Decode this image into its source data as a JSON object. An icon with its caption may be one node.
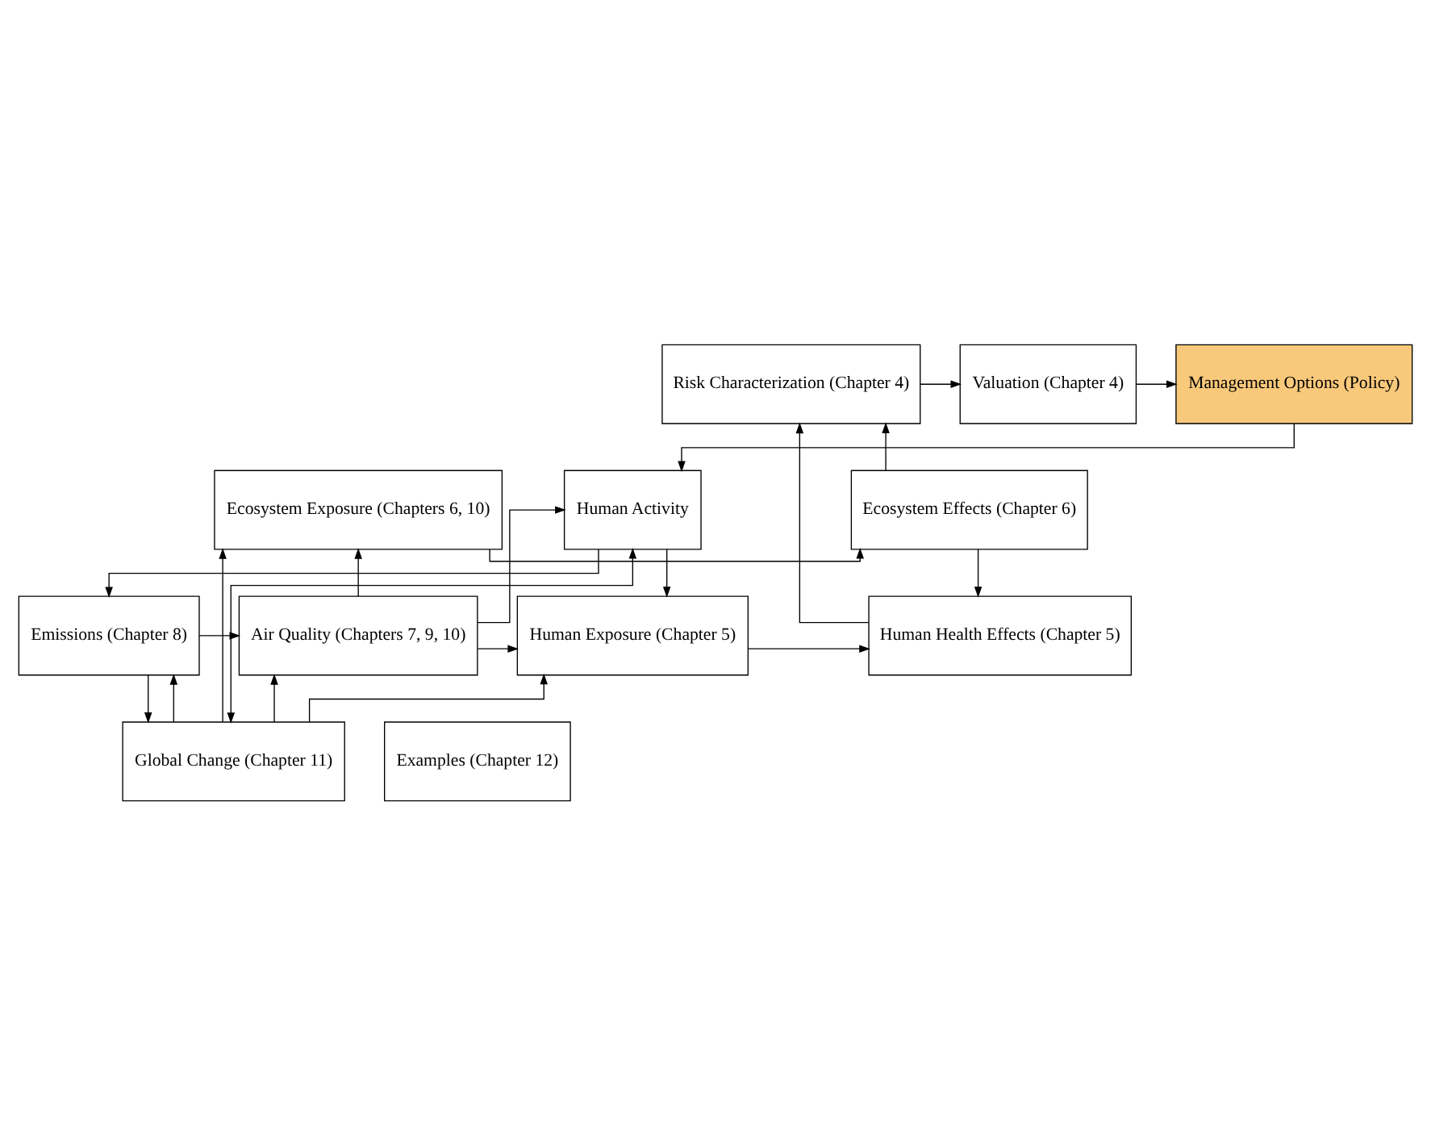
{
  "diagram": {
    "nodes": [
      {
        "text": [
          "Management Options (Policy)"
        ]
      },
      {
        "text": [
          "Valuation (Chapter 4)"
        ]
      },
      {
        "text": [
          "Risk Characterization (Chapter 4)"
        ]
      },
      {
        "text": [
          "Human Activity"
        ]
      },
      {
        "text": [
          "Ecosystem Exposure (Chapters 6, 10)"
        ]
      },
      {
        "text": [
          "Ecosystem Effects (Chapter 6)"
        ]
      },
      {
        "text": [
          "Emissions (Chapter 8)"
        ]
      },
      {
        "text": [
          "Air Quality (Chapters 7, 9, 10)"
        ]
      },
      {
        "text": [
          "Human Exposure (Chapter 5)"
        ]
      },
      {
        "text": [
          "Human Health Effects (Chapter 5)"
        ]
      },
      {
        "text": [
          "Global Change (Chapter 11)"
        ]
      },
      {
        "text": [
          "Examples (Chapter 12)"
        ]
      }
    ],
    "edges": [
      {
        "from": 1,
        "to": 0,
        "arrow": "to"
      },
      {
        "from": 2,
        "to": 1,
        "arrow": "to"
      },
      {
        "from": 0,
        "to": 3,
        "arrow": "to"
      },
      {
        "from": 4,
        "to": 5,
        "arrow": "to"
      },
      {
        "from": 5,
        "to": 2,
        "arrow": "to"
      },
      {
        "from": 5,
        "to": 9,
        "arrow": "to"
      },
      {
        "from": 9,
        "to": 2,
        "arrow": "to"
      },
      {
        "from": 3,
        "to": 8,
        "arrow": "to"
      },
      {
        "from": 7,
        "to": 3,
        "arrow": "to"
      },
      {
        "from": 7,
        "to": 4,
        "arrow": "to"
      },
      {
        "from": 3,
        "to": 6,
        "arrow": "to"
      },
      {
        "from": 6,
        "to": 7,
        "arrow": "to"
      },
      {
        "from": 7,
        "to": 8,
        "arrow": "to"
      },
      {
        "from": 8,
        "to": 9,
        "arrow": "to"
      },
      {
        "from": 6,
        "to": 10,
        "arrow": "to"
      },
      {
        "from": 10,
        "to": 6,
        "arrow": "to"
      },
      {
        "from": 10,
        "to": 4,
        "arrow": "to"
      },
      {
        "from": 10,
        "to": 7,
        "arrow": "to"
      },
      {
        "from": 10,
        "to": 8,
        "arrow": "to"
      },
      {
        "from": 3,
        "to": 10,
        "arrow": "both"
      }
    ]
  }
}
